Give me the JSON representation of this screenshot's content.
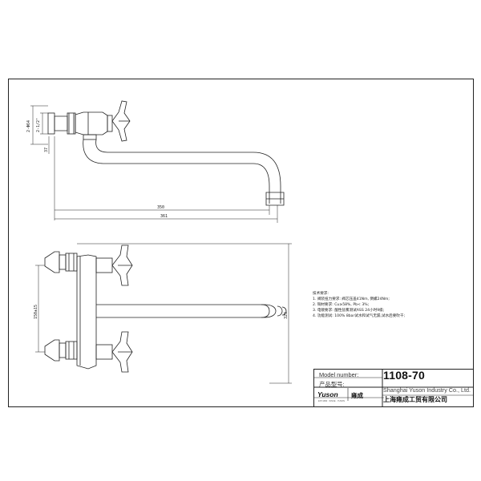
{
  "drawing": {
    "side_view": {
      "dim_height_total": "2-Φ64",
      "dim_height_inner": "2-1/2\"",
      "dim_offset": "37",
      "dim_length_spout": "350",
      "dim_length_total": "361"
    },
    "front_view": {
      "dim_centers": "150±15",
      "dim_height": "323"
    }
  },
  "notes": {
    "title": "技术要求:",
    "lines": [
      "1. 阀装扭力要求: 阀芯压盖41Nm, 倒螺24Nm;",
      "2. 铜材要求: Cu≥58%,   Pb< 3%;",
      "3. 电镀要求:   酸性盐雾测试ASS 24小时9级;",
      "4. 功能测试: 100% 8bar试水和试气无漏,试水后要吹干;"
    ]
  },
  "title_block": {
    "model_label_en": "Model number:",
    "model_label_cn": "产品型号:",
    "model_number": "1108-70",
    "company_en": "Shanghai Yuson Industry Co., Ltd.",
    "company_cn": "上海雍成工贸有限公司",
    "logo_text": "Yuson",
    "logo_cn": "雍成",
    "logo_sub": "EST.1990 · SINCE · YUSON"
  }
}
